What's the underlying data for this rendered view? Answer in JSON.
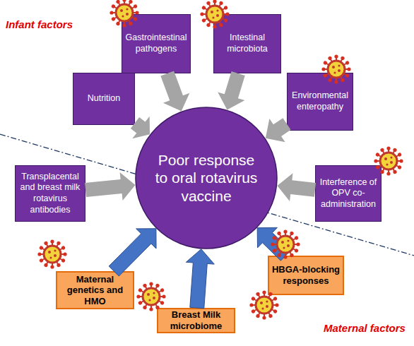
{
  "diagram": {
    "nodes": [
      {
        "text": [
          "Gastrointestinal pathogens"
        ]
      },
      {
        "text": [
          "Intestinal microbiota"
        ]
      },
      {
        "text": [
          "Nutrition"
        ]
      },
      {
        "text": [
          "Environmental enteropathy"
        ]
      },
      {
        "text": [
          "Poor response to oral rotavirus vaccine"
        ]
      },
      {
        "text": [
          "Transplacental and breast milk rotavirus antibodies"
        ]
      },
      {
        "text": [
          "Interference of OPV co-administration"
        ]
      },
      {
        "text": [
          "HBGA-blocking responses"
        ]
      },
      {
        "text": [
          "Maternal genetics and HMO"
        ]
      },
      {
        "text": [
          "Breast Milk microbiome"
        ]
      }
    ],
    "edges": [
      {
        "from": 0,
        "to": 4,
        "arrow": "to"
      },
      {
        "from": 1,
        "to": 4,
        "arrow": "to"
      },
      {
        "from": 2,
        "to": 4,
        "arrow": "to"
      },
      {
        "from": 3,
        "to": 4,
        "arrow": "to"
      },
      {
        "from": 5,
        "to": 4,
        "arrow": "to"
      },
      {
        "from": 6,
        "to": 4,
        "arrow": "to"
      },
      {
        "from": 7,
        "to": 4,
        "arrow": "to"
      },
      {
        "from": 8,
        "to": 4,
        "arrow": "to"
      },
      {
        "from": 9,
        "to": 4,
        "arrow": "to"
      }
    ],
    "labels": [
      "Infant factors",
      "Maternal factors"
    ]
  }
}
